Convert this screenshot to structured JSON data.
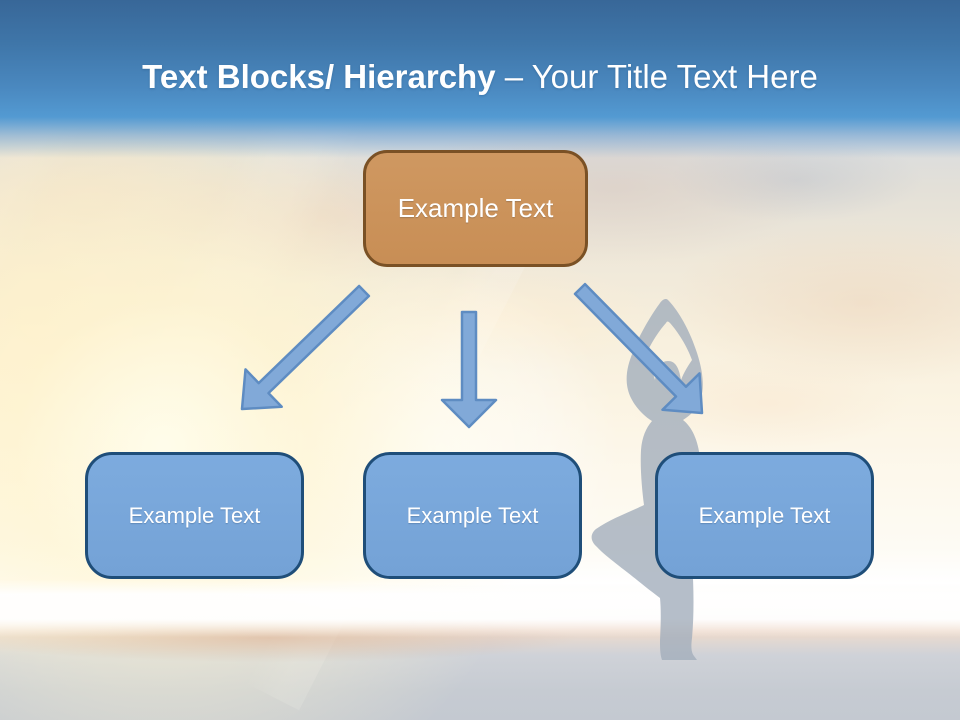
{
  "title": {
    "bold": "Text Blocks/ Hierarchy",
    "rest": " – Your Title Text Here"
  },
  "hierarchy": {
    "root": {
      "label": "Example Text"
    },
    "children": [
      {
        "label": "Example Text"
      },
      {
        "label": "Example Text"
      },
      {
        "label": "Example Text"
      }
    ]
  },
  "colors": {
    "header_top": "#386798",
    "header_bottom": "#539ad2",
    "title_text": "#ffffff",
    "root_box_fill": "#c9915a",
    "root_box_border": "#7a5125",
    "child_box_fill": "#78a6da",
    "child_box_border": "#1f4e79",
    "box_text": "#ffffff",
    "arrow_fill": "#81a9d8",
    "arrow_stroke": "#5e8cc2",
    "silhouette": "#a3aebb"
  }
}
